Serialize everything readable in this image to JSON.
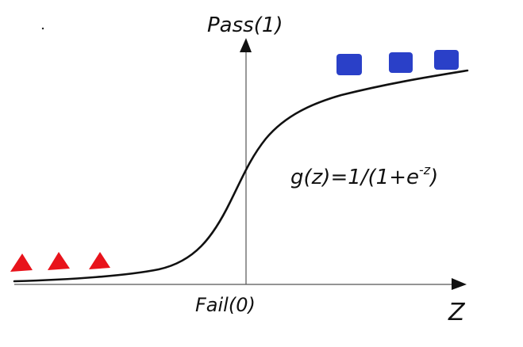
{
  "labels": {
    "y_top": "Pass(1)",
    "y_bottom": "Fail(0)",
    "x_axis": "Z",
    "equation": "g(z)=1/(1+e",
    "equation_exponent": "-z",
    "equation_close": ")"
  },
  "markers": {
    "fail": {
      "shape": "triangle",
      "color": "#e8131b",
      "count": 3
    },
    "pass": {
      "shape": "square",
      "color": "#2a40c8",
      "count": 3
    }
  },
  "colors": {
    "curve": "#111111",
    "axes": "#555555",
    "background": "#ffffff"
  }
}
